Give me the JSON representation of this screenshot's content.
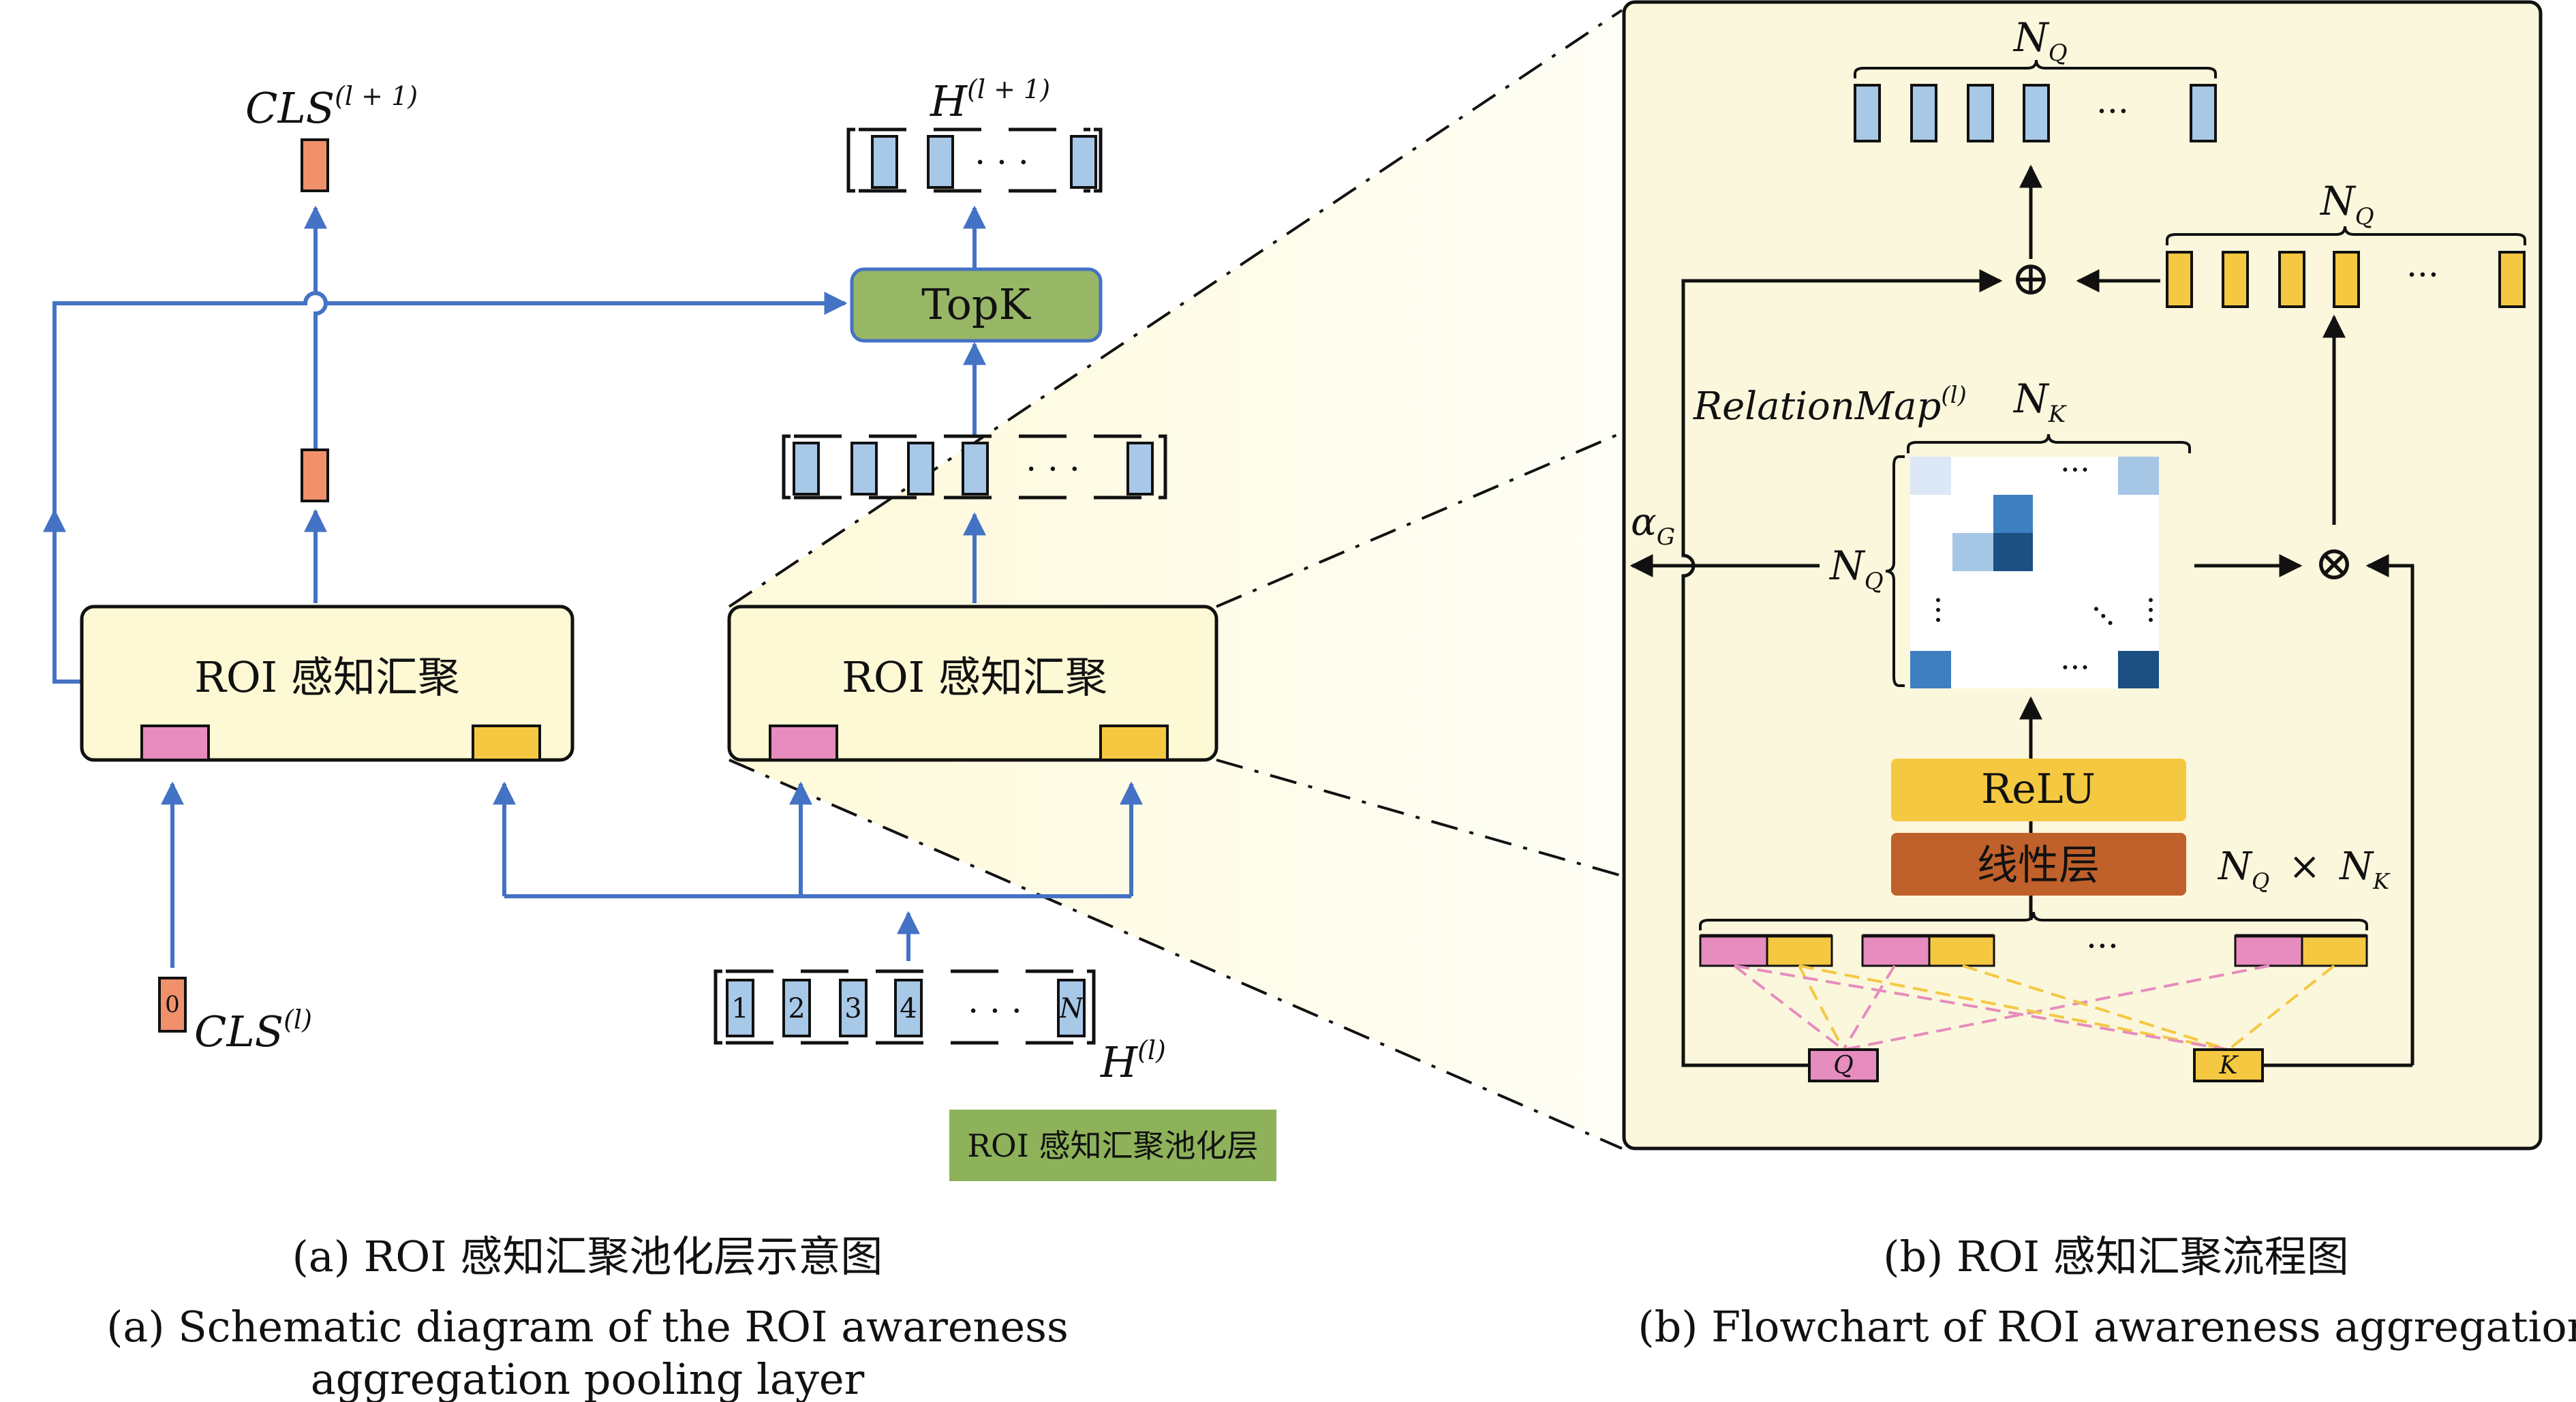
{
  "left": {
    "cls_top_label": "CLS",
    "cls_top_sup": "(l + 1)",
    "h_top_label": "H",
    "h_top_sup": "(l + 1)",
    "topk_label": "TopK",
    "roi_block_left": "ROI 感知汇聚",
    "roi_block_right": "ROI 感知汇聚",
    "cls_bottom_index": "0",
    "cls_bottom_label": "CLS",
    "cls_bottom_sup": "(l)",
    "h_bottom_label": "H",
    "h_bottom_sup": "(l)",
    "tokens": [
      "1",
      "2",
      "3",
      "4",
      "N"
    ],
    "ellipsis": "· · ·",
    "legend_label": "ROI 感知汇聚池化层"
  },
  "right": {
    "nq_top": "N",
    "nq_top_sub": "Q",
    "nq_yellow": "N",
    "nq_yellow_sub": "Q",
    "relation_map": "RelationMap",
    "relation_map_sup": "(l)",
    "nk": "N",
    "nk_sub": "K",
    "nq_side": "N",
    "nq_side_sub": "Q",
    "alpha": "α",
    "alpha_sub": "G",
    "relu": "ReLU",
    "linear": "线性层",
    "nq_times_nk_n1": "N",
    "nq_times_nk_s1": "Q",
    "nq_times_nk_op": "×",
    "nq_times_nk_n2": "N",
    "nq_times_nk_s2": "K",
    "q_label": "Q",
    "k_label": "K",
    "oplus": "⊕",
    "otimes": "⊗",
    "ellipsis": "···"
  },
  "captions": {
    "a_cn": "(a) ROI 感知汇聚池化层示意图",
    "a_en_line1": "(a) Schematic diagram of the ROI awareness",
    "a_en_line2": "aggregation pooling layer",
    "b_cn": "(b) ROI 感知汇聚流程图",
    "b_en": "(b) Flowchart of ROI awareness aggregation"
  },
  "colors": {
    "arrow_blue": "#4472c4",
    "block_fill": "#fdf9d4",
    "panel_fill": "#fbf7dc",
    "token_blue": "#a8c8e8",
    "cls_orange": "#f0916c",
    "q_pink": "#e68cbe",
    "k_yellow": "#f5c842",
    "topk_green": "#97b766",
    "legend_green": "#8db25a",
    "relu_yellow": "#f5c842",
    "linear_brown": "#c0602a",
    "heat_dark": "#1c4f82",
    "heat_mid": "#3e7fc1",
    "heat_light": "#a6c6e6",
    "heat_pale": "#dce8f5"
  }
}
